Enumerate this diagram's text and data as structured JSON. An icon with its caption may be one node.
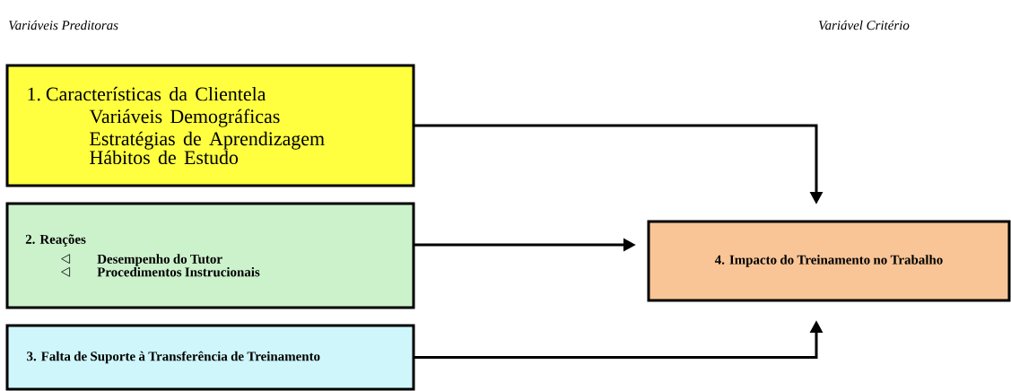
{
  "diagram": {
    "nodes": [
      {
        "text": [
          "1. Características da Clientela",
          "Variáveis Demográficas",
          "Estratégias de Aprendizagem",
          "Hábitos de Estudo"
        ]
      },
      {
        "text": [
          "2. Reações",
          "Desempenho do Tutor",
          "Procedimentos Instrucionais"
        ]
      },
      {
        "text": [
          "3. Falta de Suporte à Transferência de Treinamento"
        ]
      },
      {
        "text": [
          "4. Impacto do Treinamento no Trabalho"
        ]
      }
    ],
    "edges": [
      {
        "from": 0,
        "to": 3,
        "arrow": "to"
      },
      {
        "from": 1,
        "to": 3,
        "arrow": "to"
      },
      {
        "from": 2,
        "to": 3,
        "arrow": "to"
      }
    ],
    "labels": [
      "Variáveis Preditoras",
      "Variável Critério"
    ]
  }
}
